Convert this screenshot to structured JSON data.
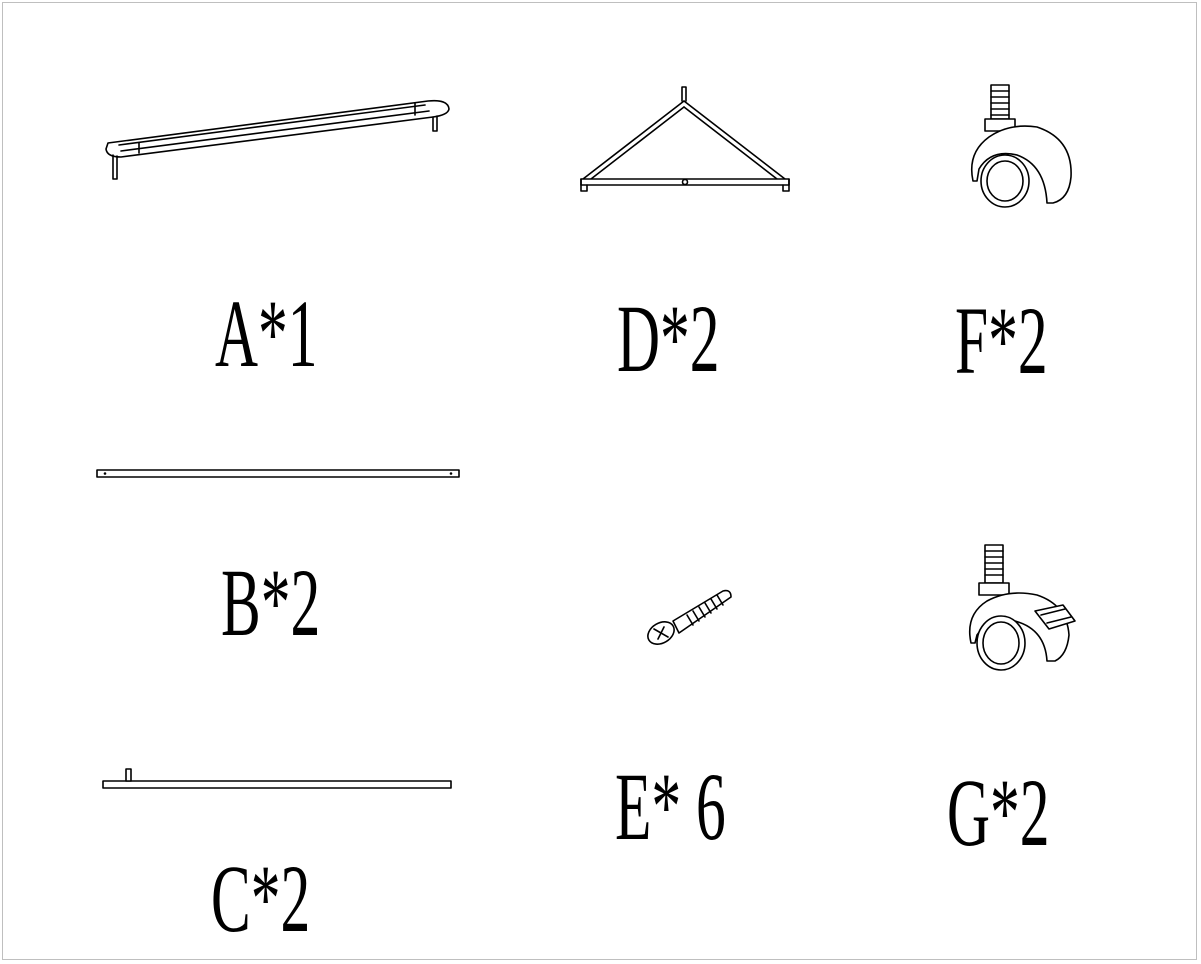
{
  "parts": [
    {
      "id": "A",
      "label": "A*1",
      "icon": "rack-shelf-icon"
    },
    {
      "id": "D",
      "label": "D*2",
      "icon": "triangle-bracket-icon"
    },
    {
      "id": "F",
      "label": "F*2",
      "icon": "caster-wheel-icon"
    },
    {
      "id": "B",
      "label": "B*2",
      "icon": "flat-bar-icon"
    },
    {
      "id": "E",
      "label": "E* 6",
      "icon": "screw-icon"
    },
    {
      "id": "G",
      "label": "G*2",
      "icon": "locking-caster-wheel-icon"
    },
    {
      "id": "C",
      "label": "C*2",
      "icon": "rod-with-pin-icon"
    }
  ]
}
